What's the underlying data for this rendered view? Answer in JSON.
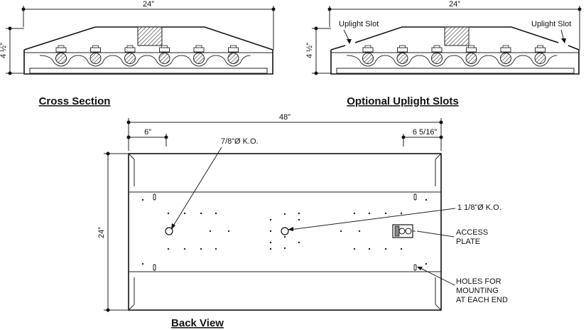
{
  "cross_section": {
    "width_dim": "24”",
    "height_dim": "4 ½”",
    "title": "Cross Section"
  },
  "uplight": {
    "width_dim": "24”",
    "height_dim": "4 ½”",
    "slot_left": "Uplight Slot",
    "slot_right": "Uplight Slot",
    "title": "Optional Uplight Slots"
  },
  "back_view": {
    "length_dim": "48”",
    "left_offset": "6”",
    "right_offset": "6 5/16”",
    "height_dim": "24”",
    "ko_small": "7/8”Ø K.O.",
    "ko_large": "1 1/8”Ø K.O.",
    "access_plate": [
      "ACCESS",
      "PLATE"
    ],
    "mounting_holes": [
      "HOLES FOR",
      "MOUNTING",
      "AT EACH END"
    ],
    "title": "Back View"
  }
}
